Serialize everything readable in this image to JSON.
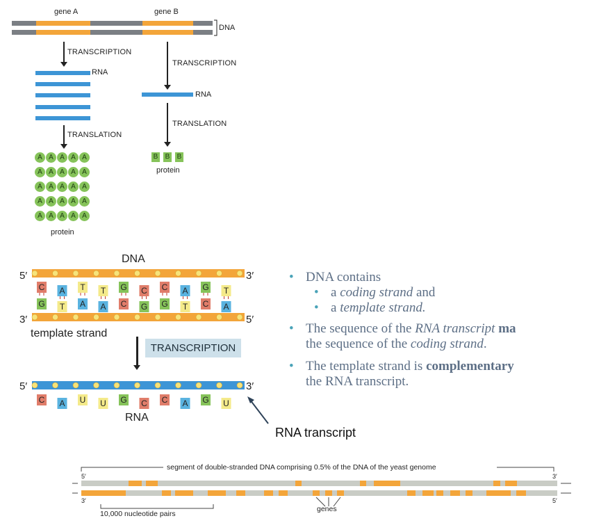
{
  "top": {
    "gene_a": "gene A",
    "gene_b": "gene B",
    "dna": "DNA",
    "transcription_a": "TRANSCRIPTION",
    "transcription_b": "TRANSCRIPTION",
    "rna_a": "RNA",
    "rna_b": "RNA",
    "translation_a": "TRANSLATION",
    "translation_b": "TRANSLATION",
    "protein_a": "protein",
    "protein_b": "protein",
    "protein_a_letter": "A",
    "protein_b_letter": "B"
  },
  "middle": {
    "dna_title": "DNA",
    "top_5": "5′",
    "top_3": "3′",
    "bot_3": "3′",
    "bot_5": "5′",
    "coding_bases": [
      "C",
      "A",
      "T",
      "T",
      "G",
      "C",
      "C",
      "A",
      "G",
      "T"
    ],
    "template_bases": [
      "G",
      "T",
      "A",
      "A",
      "C",
      "G",
      "G",
      "T",
      "C",
      "A"
    ],
    "template_label": "template strand",
    "transcription": "TRANSCRIPTION",
    "rna_5": "5′",
    "rna_3": "3′",
    "rna_bases": [
      "C",
      "A",
      "U",
      "U",
      "G",
      "C",
      "C",
      "A",
      "G",
      "U"
    ],
    "rna_label": "RNA",
    "rna_transcript": "RNA transcript",
    "base_colors": {
      "C": "#e07d6a",
      "A": "#5ab3e0",
      "T": "#f4ea8a",
      "G": "#86c35a",
      "U": "#f4ea8a"
    }
  },
  "bullets": {
    "b1": "DNA contains",
    "b1a_pre": "a ",
    "b1a_em": "coding strand",
    "b1a_post": " and",
    "b1b_pre": "a ",
    "b1b_em": "template strand.",
    "b2_l1_pre": "The sequence of the ",
    "b2_l1_em": "RNA transcript",
    "b2_l1_bold": " ma",
    "b2_l2_pre": "the sequence of the ",
    "b2_l2_em": "coding strand",
    "b2_l2_post": ".",
    "b3_l1_pre": "The template strand is ",
    "b3_l1_bold": "complementary",
    "b3_l2": "the RNA transcript."
  },
  "bottom": {
    "segment_label": "segment of double-stranded DNA comprising 0.5% of the DNA of the yeast genome",
    "tl_5": "5′",
    "tr_3": "3′",
    "bl_3": "3′",
    "br_5": "5′",
    "genes": "genes",
    "scale": "10,000 nucleotide pairs"
  }
}
